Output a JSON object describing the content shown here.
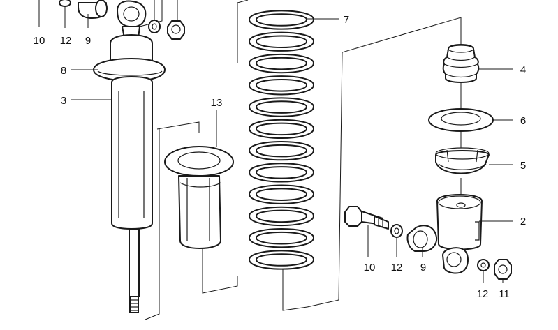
{
  "diagram": {
    "callouts": {
      "c10_top": "10",
      "c12_top": "12",
      "c9_top": "9",
      "c8": "8",
      "c3": "3",
      "c13": "13",
      "c7": "7",
      "c4": "4",
      "c6": "6",
      "c5": "5",
      "c2": "2",
      "c10_bottom": "10",
      "c12_mid": "12",
      "c9_bottom": "9",
      "c12_bottom": "12",
      "c11": "11"
    }
  }
}
